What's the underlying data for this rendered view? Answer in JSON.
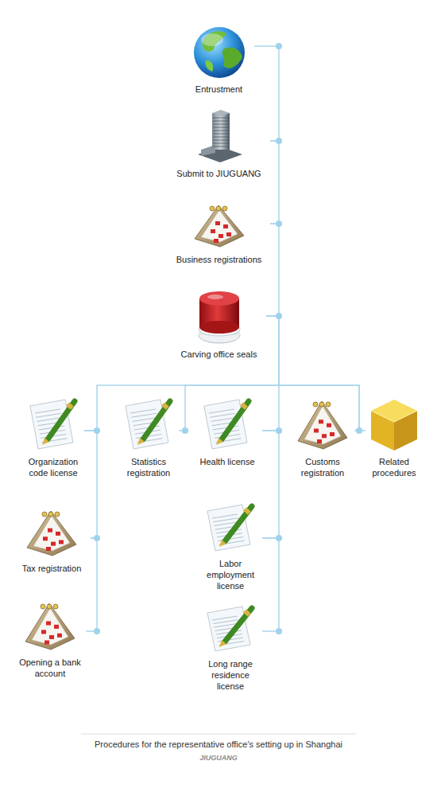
{
  "diagram": {
    "caption": "Procedures for the representative office's setting up in Shanghai",
    "nodes": [
      {
        "text": [
          "Entrustment"
        ]
      },
      {
        "text": [
          "Submit to JIUGUANG"
        ]
      },
      {
        "text": [
          "Business registrations"
        ]
      },
      {
        "text": [
          "Carving office seals"
        ]
      },
      {
        "text": [
          "Organization code license"
        ]
      },
      {
        "text": [
          "Statistics registration"
        ]
      },
      {
        "text": [
          "Health license"
        ]
      },
      {
        "text": [
          "Customs registration"
        ]
      },
      {
        "text": [
          "Related procedures"
        ]
      },
      {
        "text": [
          "Tax registration"
        ]
      },
      {
        "text": [
          "Opening a bank account"
        ]
      },
      {
        "text": [
          "Labor employment license"
        ]
      },
      {
        "text": [
          "Long range residence license"
        ]
      }
    ],
    "edges": [
      {
        "from": 0,
        "to": 1,
        "arrow": "none"
      },
      {
        "from": 1,
        "to": 2,
        "arrow": "none"
      },
      {
        "from": 2,
        "to": 3,
        "arrow": "none"
      },
      {
        "from": 3,
        "to": 4,
        "arrow": "none"
      },
      {
        "from": 3,
        "to": 5,
        "arrow": "none"
      },
      {
        "from": 3,
        "to": 6,
        "arrow": "none"
      },
      {
        "from": 3,
        "to": 7,
        "arrow": "none"
      },
      {
        "from": 3,
        "to": 8,
        "arrow": "none"
      },
      {
        "from": 4,
        "to": 9,
        "arrow": "none"
      },
      {
        "from": 9,
        "to": 10,
        "arrow": "none"
      },
      {
        "from": 6,
        "to": 11,
        "arrow": "none"
      },
      {
        "from": 11,
        "to": 12,
        "arrow": "none"
      }
    ],
    "labels": [
      "JIUGUANG"
    ]
  }
}
